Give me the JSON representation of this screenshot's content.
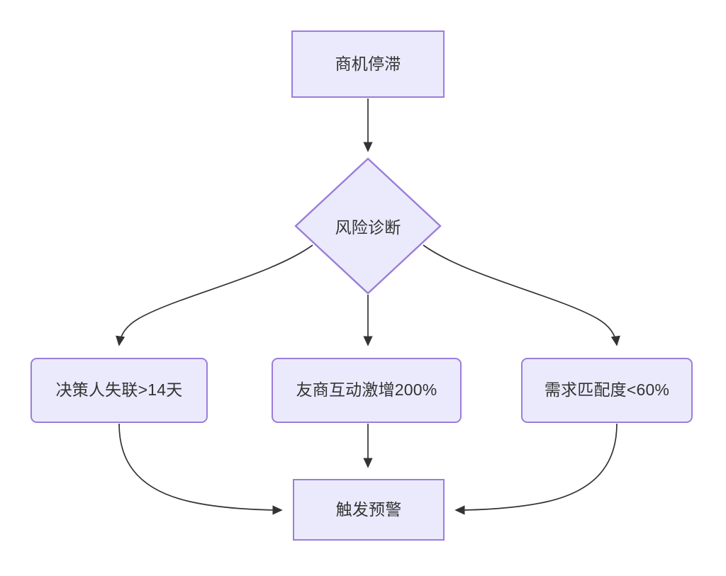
{
  "diagram": {
    "type": "flowchart",
    "direction": "top-down",
    "background_color": "#ffffff",
    "node_fill_color": "#ebeafc",
    "node_border_color": "#9b7ddb",
    "node_text_color": "#333333",
    "edge_color": "#333333",
    "nodes": [
      {
        "id": "start",
        "label": "商机停滞",
        "shape": "rectangle"
      },
      {
        "id": "decision",
        "label": "风险诊断",
        "shape": "diamond"
      },
      {
        "id": "cond_left",
        "label": "决策人失联>14天",
        "shape": "rounded-rectangle"
      },
      {
        "id": "cond_mid",
        "label": "友商互动激增200%",
        "shape": "rounded-rectangle"
      },
      {
        "id": "cond_right",
        "label": "需求匹配度<60%",
        "shape": "rounded-rectangle"
      },
      {
        "id": "alert",
        "label": "触发预警",
        "shape": "rectangle"
      }
    ],
    "edges": [
      {
        "from": "start",
        "to": "decision",
        "label": "",
        "style": "straight-arrow"
      },
      {
        "from": "decision",
        "to": "cond_left",
        "label": "",
        "style": "curved-arrow"
      },
      {
        "from": "decision",
        "to": "cond_mid",
        "label": "",
        "style": "straight-arrow"
      },
      {
        "from": "decision",
        "to": "cond_right",
        "label": "",
        "style": "curved-arrow"
      },
      {
        "from": "cond_left",
        "to": "alert",
        "label": "",
        "style": "curved-arrow"
      },
      {
        "from": "cond_mid",
        "to": "alert",
        "label": "",
        "style": "straight-arrow"
      },
      {
        "from": "cond_right",
        "to": "alert",
        "label": "",
        "style": "curved-arrow"
      }
    ]
  }
}
